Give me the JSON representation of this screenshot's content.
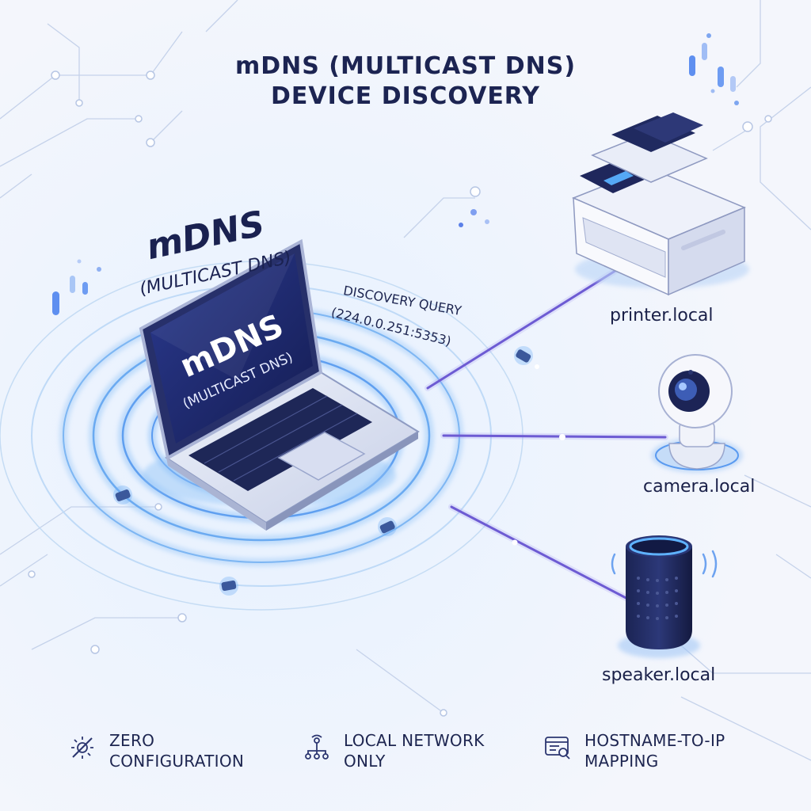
{
  "title": {
    "line1": "mDNS (MULTICAST DNS)",
    "line2": "DEVICE DISCOVERY"
  },
  "laptop": {
    "floating_line1": "mDNS",
    "floating_line2": "(MULTICAST DNS)",
    "screen_line1": "mDNS",
    "screen_line2": "(MULTICAST DNS)"
  },
  "query": {
    "line1": "DISCOVERY QUERY",
    "line2": "(224.0.0.251:5353)"
  },
  "devices": [
    {
      "label": "printer.local",
      "icon": "printer-icon"
    },
    {
      "label": "camera.local",
      "icon": "camera-icon"
    },
    {
      "label": "speaker.local",
      "icon": "speaker-icon"
    }
  ],
  "features": [
    {
      "line1": "ZERO",
      "line2": "CONFIGURATION",
      "icon": "gear-off-icon"
    },
    {
      "line1": "LOCAL NETWORK",
      "line2": "ONLY",
      "icon": "network-tree-icon"
    },
    {
      "line1": "HOSTNAME-TO-IP",
      "line2": "MAPPING",
      "icon": "browser-search-icon"
    }
  ],
  "colors": {
    "navy": "#1c2452",
    "accent_blue": "#3f8cf0",
    "accent_purple": "#5b43c9",
    "ring": "#9ccaf7"
  }
}
